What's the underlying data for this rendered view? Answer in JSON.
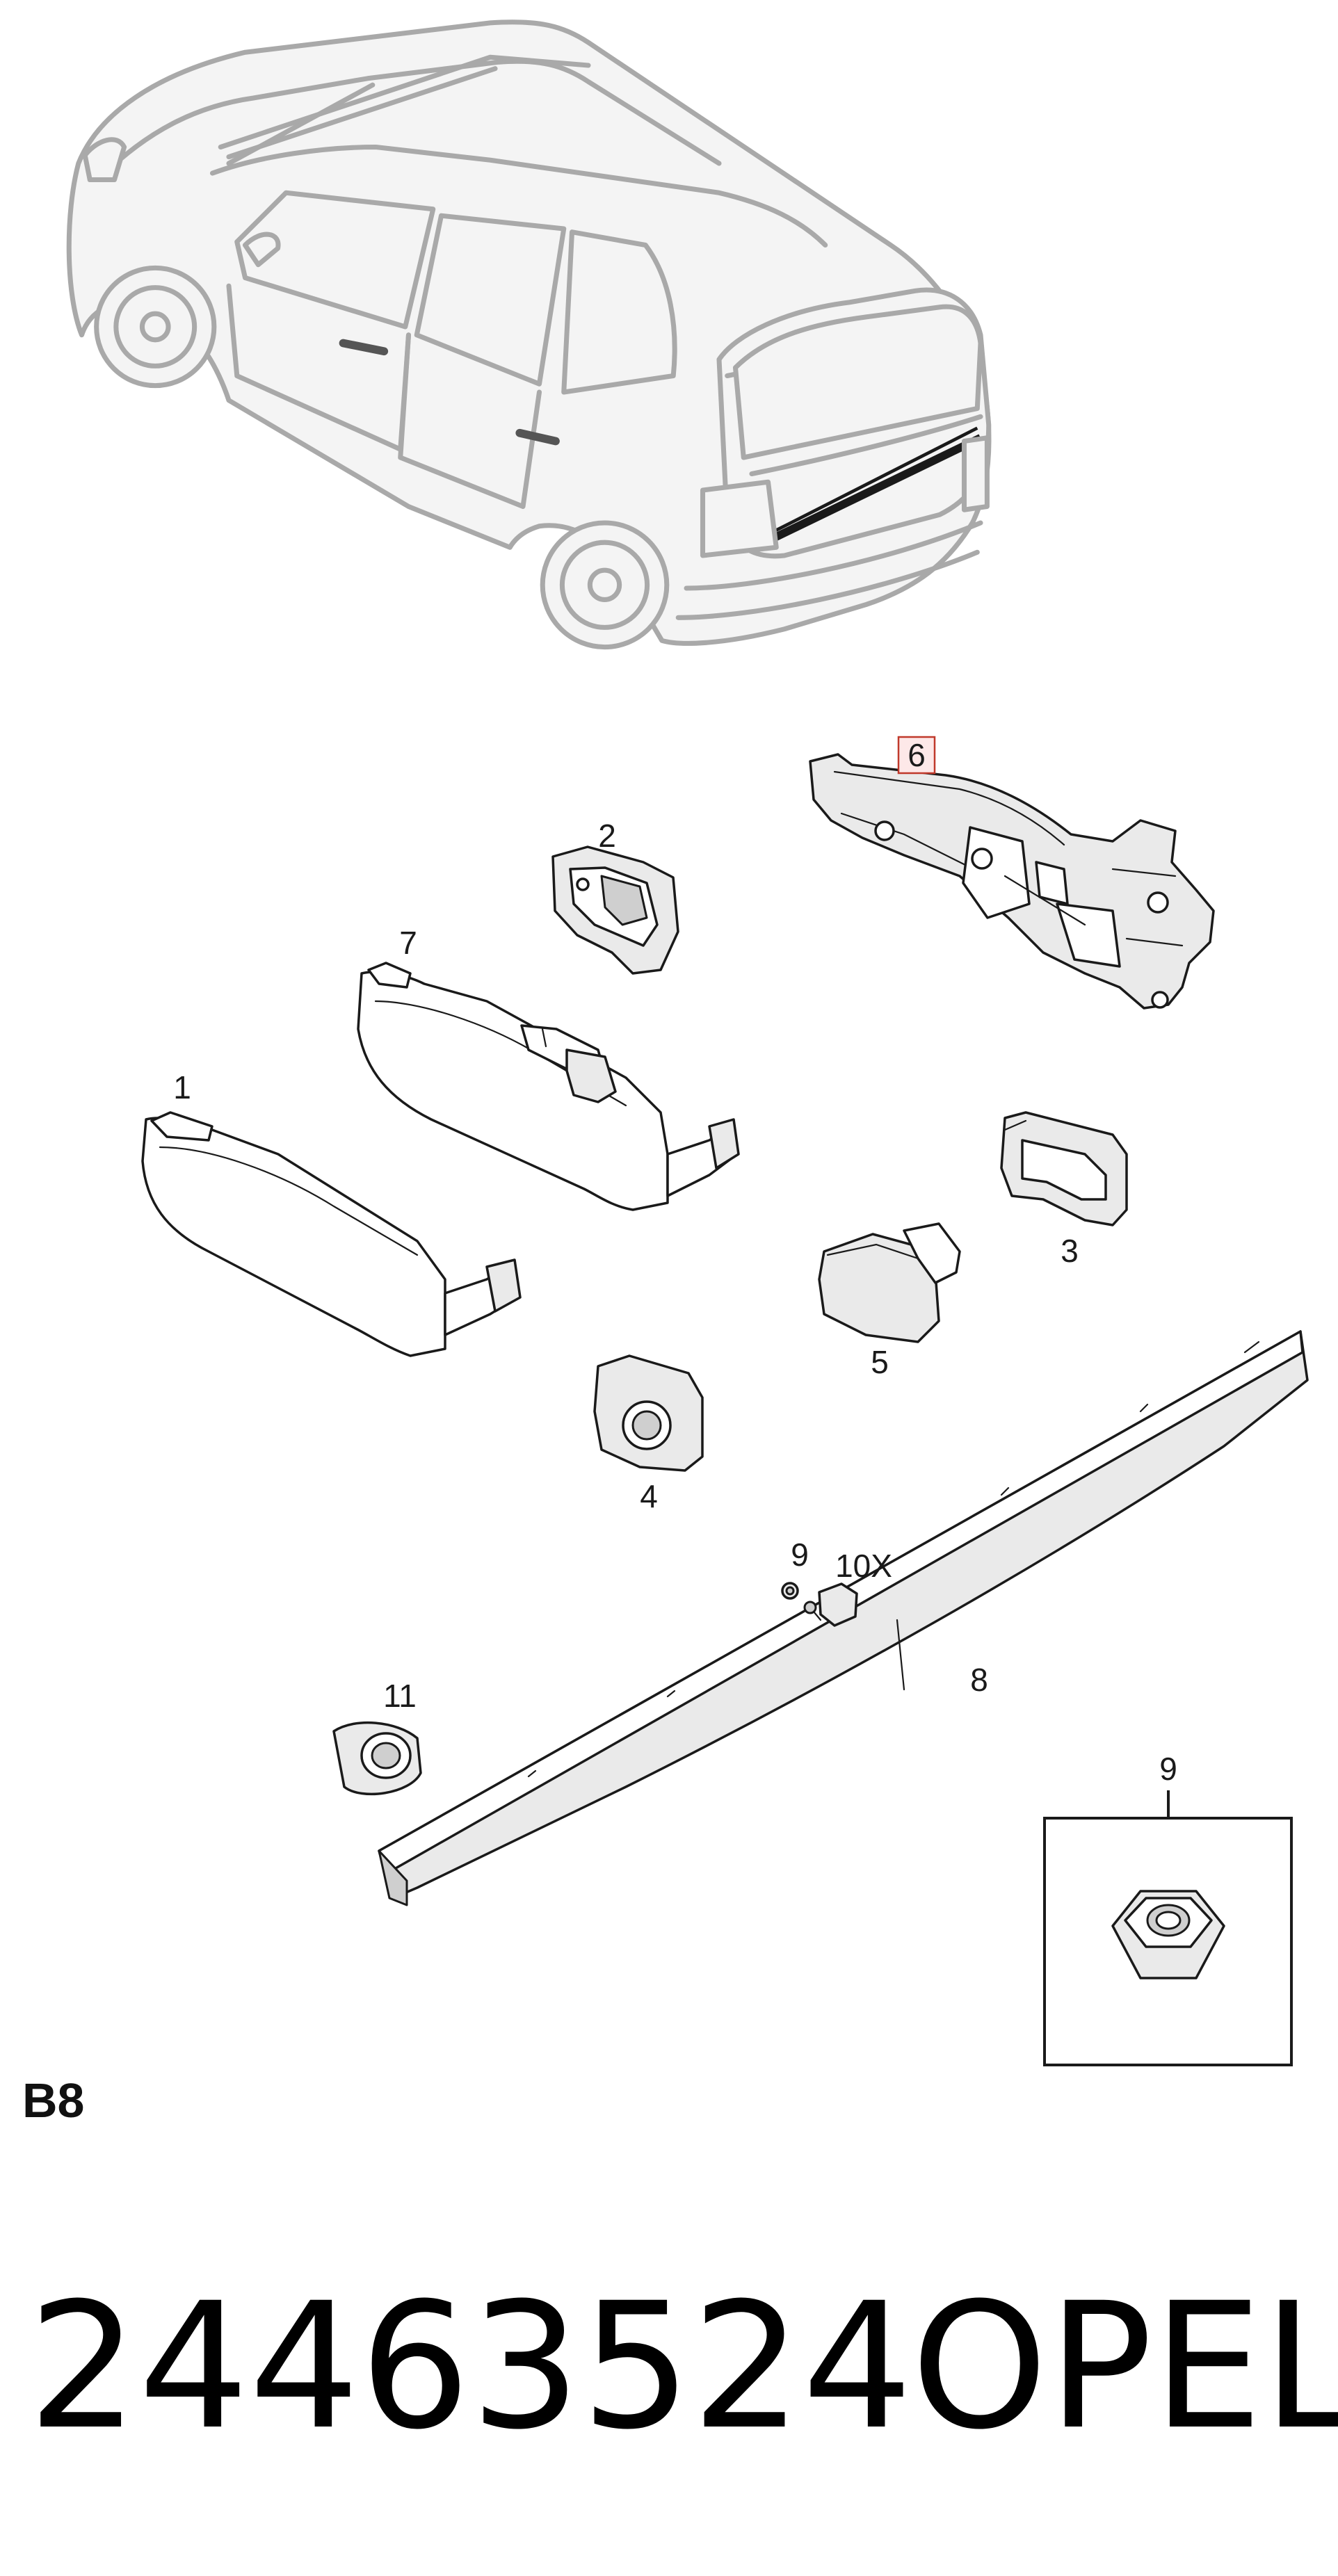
{
  "diagram": {
    "section_label": "B8",
    "part_number": "24463524",
    "brand": "OPEL",
    "callouts": {
      "c1": "1",
      "c2": "2",
      "c3": "3",
      "c4": "4",
      "c5": "5",
      "c6": "6",
      "c7": "7",
      "c8": "8",
      "c9a": "9",
      "c10": "10X",
      "c11": "11",
      "c9b": "9"
    },
    "highlight_color": "#c0392b"
  }
}
